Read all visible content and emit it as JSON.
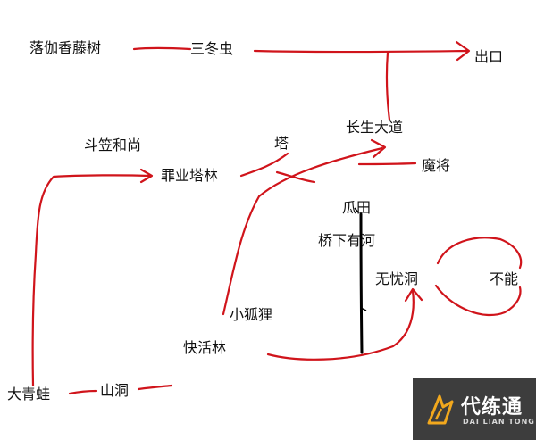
{
  "nodes": {
    "luojia_xiangteng_shu": "落伽香藤树",
    "san_dong_chong": "三冬虫",
    "exit": "出口",
    "changsheng_dadao": "长生大道",
    "douli_heshang": "斗笠和尚",
    "ta": "塔",
    "zuiye_talin": "罪业塔林",
    "mo_jiang": "魔将",
    "gua_tian": "瓜田",
    "qiao_xia_you_he": "桥下有河",
    "wuyou_dong": "无忧洞",
    "bu_neng": "不能",
    "xiao_huli": "小狐狸",
    "kuaihuo_lin": "快活林",
    "da_qingwa": "大青蛙",
    "shan_dong": "山洞"
  },
  "watermark": {
    "name": "代练通",
    "subtitle": "DAI LIAN TONG"
  },
  "colors": {
    "route_line": "#d0141b",
    "river_line": "#000000",
    "text": "#111111",
    "watermark_bg": "#3d3d3d",
    "watermark_accent": "#f2a81d"
  }
}
